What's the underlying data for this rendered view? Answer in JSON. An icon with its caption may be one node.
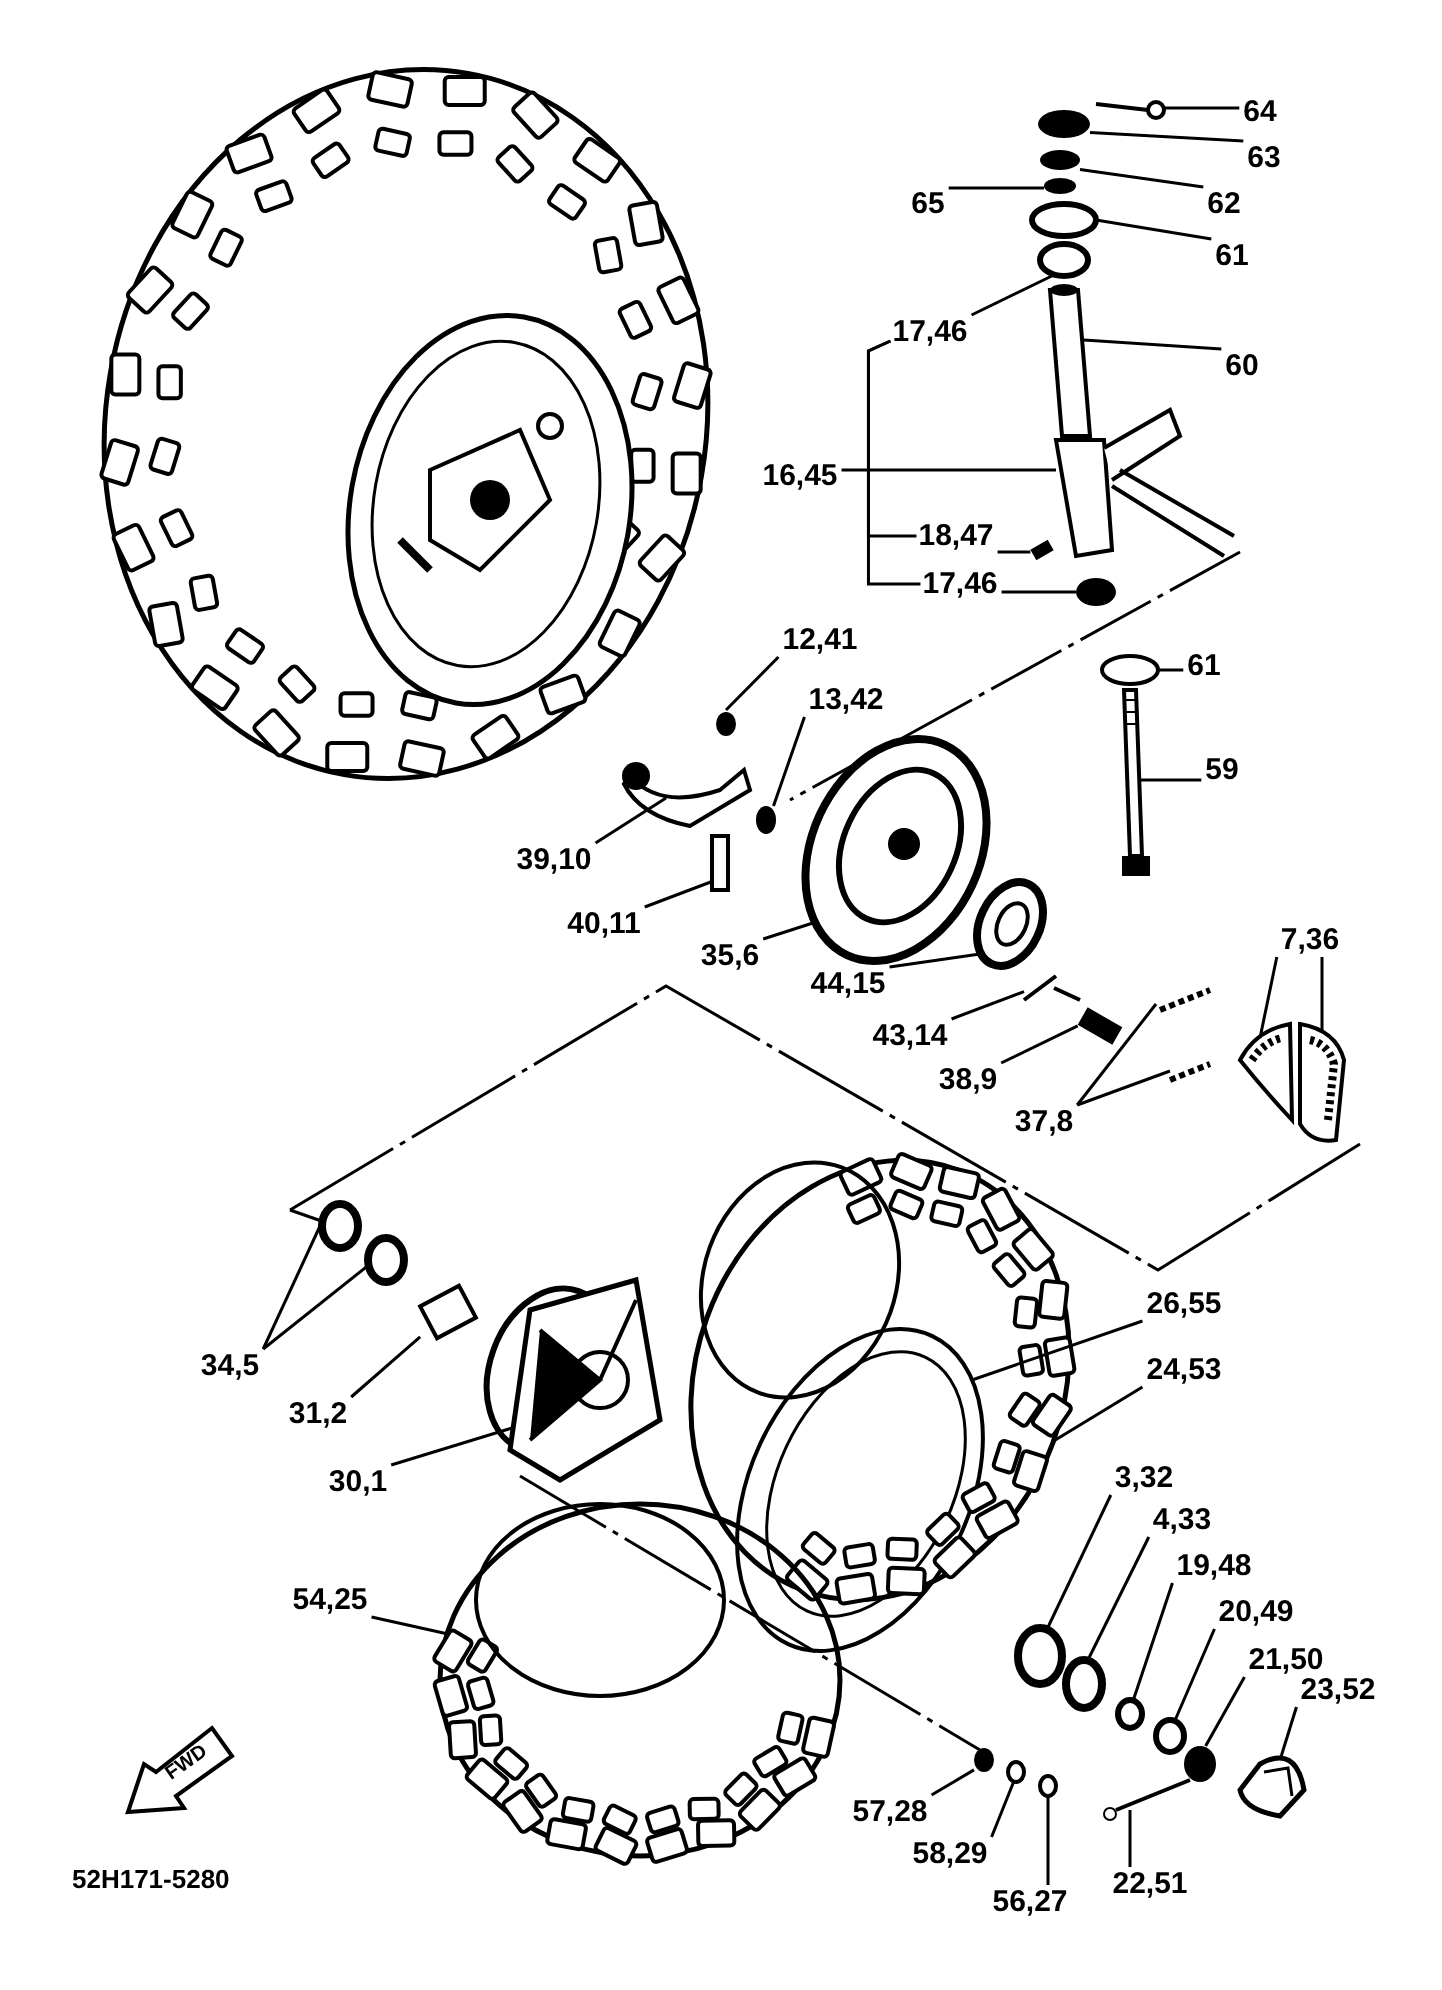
{
  "diagram": {
    "nodes": [
      {
        "text": [
          "64"
        ]
      },
      {
        "text": [
          "63"
        ]
      },
      {
        "text": [
          "62"
        ]
      },
      {
        "text": [
          "65"
        ]
      },
      {
        "text": [
          "61"
        ]
      },
      {
        "text": [
          "17,46"
        ]
      },
      {
        "text": [
          "16,45"
        ]
      },
      {
        "text": [
          "18,47"
        ]
      },
      {
        "text": [
          "17,46"
        ]
      },
      {
        "text": [
          "60"
        ]
      },
      {
        "text": [
          "61"
        ]
      },
      {
        "text": [
          "59"
        ]
      },
      {
        "text": [
          "12,41"
        ]
      },
      {
        "text": [
          "13,42"
        ]
      },
      {
        "text": [
          "39,10"
        ]
      },
      {
        "text": [
          "40,11"
        ]
      },
      {
        "text": [
          "35,6"
        ]
      },
      {
        "text": [
          "44,15"
        ]
      },
      {
        "text": [
          "43,14"
        ]
      },
      {
        "text": [
          "38,9"
        ]
      },
      {
        "text": [
          "37,8"
        ]
      },
      {
        "text": [
          "7,36"
        ]
      },
      {
        "text": [
          "34,5"
        ]
      },
      {
        "text": [
          "31,2"
        ]
      },
      {
        "text": [
          "30,1"
        ]
      },
      {
        "text": [
          "26,55"
        ]
      },
      {
        "text": [
          "24,53"
        ]
      },
      {
        "text": [
          "3,32"
        ]
      },
      {
        "text": [
          "4,33"
        ]
      },
      {
        "text": [
          "19,48"
        ]
      },
      {
        "text": [
          "20,49"
        ]
      },
      {
        "text": [
          "21,50"
        ]
      },
      {
        "text": [
          "23,52"
        ]
      },
      {
        "text": [
          "54,25"
        ]
      },
      {
        "text": [
          "57,28"
        ]
      },
      {
        "text": [
          "58,29"
        ]
      },
      {
        "text": [
          "56,27"
        ]
      },
      {
        "text": [
          "22,51"
        ]
      },
      {
        "text": [],
        "shape": "picture"
      },
      {
        "text": [],
        "shape": "circle"
      },
      {
        "text": [],
        "shape": "circle"
      },
      {
        "text": [],
        "shape": "circle"
      },
      {
        "text": [],
        "shape": "circle"
      },
      {
        "text": [],
        "shape": "circle"
      },
      {
        "text": [],
        "shape": "picture"
      },
      {
        "text": [],
        "shape": "picture"
      },
      {
        "text": [],
        "shape": "box"
      },
      {
        "text": [],
        "shape": "circle"
      },
      {
        "text": [],
        "shape": "circle"
      },
      {
        "text": [],
        "shape": "picture"
      },
      {
        "text": [],
        "shape": "circle"
      },
      {
        "text": [],
        "shape": "circle"
      },
      {
        "text": [],
        "shape": "picture"
      },
      {
        "text": [],
        "shape": "box"
      },
      {
        "text": [],
        "shape": "picture"
      },
      {
        "text": [],
        "shape": "picture"
      },
      {
        "text": [],
        "shape": "picture"
      },
      {
        "text": [],
        "shape": "box"
      },
      {
        "text": [],
        "shape": "picture"
      },
      {
        "text": [],
        "shape": "picture"
      },
      {
        "text": [],
        "shape": "picture"
      },
      {
        "text": [],
        "shape": "picture"
      },
      {
        "text": [],
        "shape": "circle"
      },
      {
        "text": [],
        "shape": "circle"
      },
      {
        "text": [],
        "shape": "box"
      },
      {
        "text": [],
        "shape": "picture"
      },
      {
        "text": [],
        "shape": "picture"
      },
      {
        "text": [],
        "shape": "picture"
      },
      {
        "text": [],
        "shape": "picture"
      },
      {
        "text": [],
        "shape": "circle"
      },
      {
        "text": [],
        "shape": "circle"
      },
      {
        "text": [],
        "shape": "circle"
      },
      {
        "text": [],
        "shape": "circle"
      },
      {
        "text": [],
        "shape": "circle"
      },
      {
        "text": [],
        "shape": "picture"
      },
      {
        "text": [],
        "shape": "circle"
      },
      {
        "text": [],
        "shape": "circle"
      },
      {
        "text": [],
        "shape": "circle"
      },
      {
        "text": [],
        "shape": "picture"
      }
    ],
    "edges": [
      {
        "from": 0,
        "to": 38,
        "arrow": "none"
      },
      {
        "from": 1,
        "to": 39,
        "arrow": "none"
      },
      {
        "from": 2,
        "to": 40,
        "arrow": "none"
      },
      {
        "from": 3,
        "to": 41,
        "arrow": "none"
      },
      {
        "from": 4,
        "to": 42,
        "arrow": "none"
      },
      {
        "from": 5,
        "to": 43,
        "arrow": "none"
      },
      {
        "from": 5,
        "to": 7,
        "arrow": "none"
      },
      {
        "from": 5,
        "to": 8,
        "arrow": "none"
      },
      {
        "from": 9,
        "to": 44,
        "arrow": "none"
      },
      {
        "from": 6,
        "to": 45,
        "arrow": "none"
      },
      {
        "from": 7,
        "to": 46,
        "arrow": "none"
      },
      {
        "from": 8,
        "to": 47,
        "arrow": "none"
      },
      {
        "from": 10,
        "to": 48,
        "arrow": "none"
      },
      {
        "from": 11,
        "to": 49,
        "arrow": "none"
      },
      {
        "from": 12,
        "to": 50,
        "arrow": "none"
      },
      {
        "from": 13,
        "to": 51,
        "arrow": "none"
      },
      {
        "from": 14,
        "to": 52,
        "arrow": "none"
      },
      {
        "from": 15,
        "to": 53,
        "arrow": "none"
      },
      {
        "from": 16,
        "to": 54,
        "arrow": "none"
      },
      {
        "from": 17,
        "to": 55,
        "arrow": "none"
      },
      {
        "from": 18,
        "to": 56,
        "arrow": "none"
      },
      {
        "from": 19,
        "to": 57,
        "arrow": "none"
      },
      {
        "from": 20,
        "to": 58,
        "arrow": "none"
      },
      {
        "from": 20,
        "to": 59,
        "arrow": "none"
      },
      {
        "from": 21,
        "to": 60,
        "arrow": "none"
      },
      {
        "from": 21,
        "to": 61,
        "arrow": "none"
      },
      {
        "from": 22,
        "to": 62,
        "arrow": "none"
      },
      {
        "from": 22,
        "to": 63,
        "arrow": "none"
      },
      {
        "from": 23,
        "to": 64,
        "arrow": "none"
      },
      {
        "from": 24,
        "to": 65,
        "arrow": "none"
      },
      {
        "from": 25,
        "to": 66,
        "arrow": "none"
      },
      {
        "from": 26,
        "to": 67,
        "arrow": "none"
      },
      {
        "from": 27,
        "to": 69,
        "arrow": "none"
      },
      {
        "from": 28,
        "to": 70,
        "arrow": "none"
      },
      {
        "from": 29,
        "to": 71,
        "arrow": "none"
      },
      {
        "from": 30,
        "to": 72,
        "arrow": "none"
      },
      {
        "from": 31,
        "to": 73,
        "arrow": "none"
      },
      {
        "from": 32,
        "to": 74,
        "arrow": "none"
      },
      {
        "from": 33,
        "to": 68,
        "arrow": "none"
      },
      {
        "from": 34,
        "to": 75,
        "arrow": "none"
      },
      {
        "from": 35,
        "to": 76,
        "arrow": "none"
      },
      {
        "from": 36,
        "to": 77,
        "arrow": "none"
      },
      {
        "from": 37,
        "to": 78,
        "arrow": "none"
      }
    ],
    "labels": [
      "FWD",
      "52H171-5280"
    ]
  }
}
